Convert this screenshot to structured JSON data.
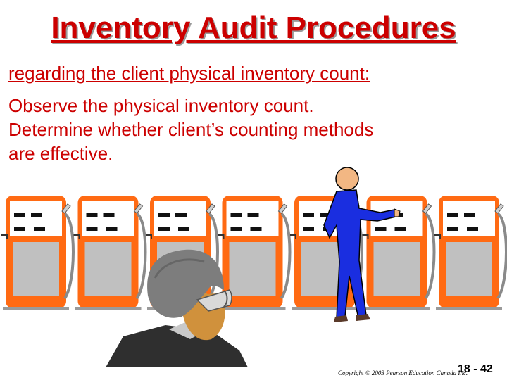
{
  "slide": {
    "title": "Inventory Audit Procedures",
    "subtitle": "regarding the client physical inventory count:",
    "body_lines": [
      "Observe the physical inventory count.",
      "Determine whether client’s counting methods",
      "are effective."
    ],
    "copyright": "Copyright © 2003 Pearson Education Canada Inc.",
    "slide_number": "18 - 42"
  },
  "illustration": {
    "pump_count": 7,
    "pump_color": "#ff6a13",
    "pump_body_color": "#c0c0c0",
    "figure_color": "#1a2ee0"
  }
}
